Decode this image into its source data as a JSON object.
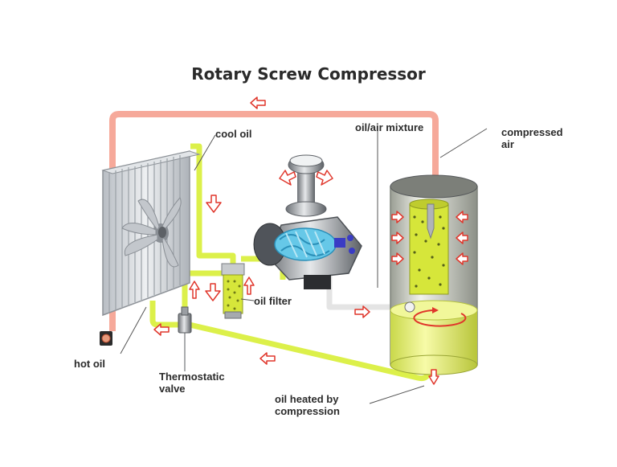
{
  "title": "Rotary Screw Compressor",
  "labels": {
    "cool_oil": "cool oil",
    "oil_air_mixture": "oil/air mixture",
    "compressed_air": [
      "compressed",
      "air"
    ],
    "oil_filter": "oil filter",
    "hot_oil": "hot oil",
    "thermostatic_valve": [
      "Thermostatic",
      "valve"
    ],
    "oil_heated": [
      "oil heated by",
      "compression"
    ]
  },
  "colors": {
    "hot_oil_pipe": "#f6a99a",
    "cool_oil_pipe": "#dcf04a",
    "air_pipe": "#e4e4e4",
    "arrow": "#e0362b",
    "separator_tank": "#d8dcc4",
    "oil_bath": "#e9f47a",
    "filter_element": "#d6e63a",
    "screw_rotor": "#66c8e8",
    "radiator": "#cfd3d8"
  },
  "icons": [
    "fan-icon",
    "flow-arrow-icon",
    "screw-rotor-icon",
    "oil-filter-icon",
    "thermostatic-valve-icon",
    "separator-tank-icon"
  ]
}
